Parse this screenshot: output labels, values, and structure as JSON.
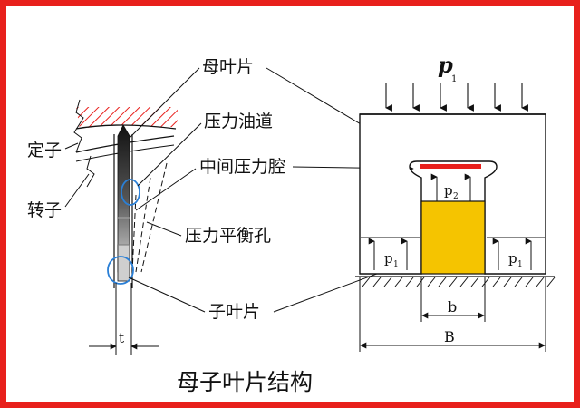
{
  "labels": {
    "mother_blade": "母叶片",
    "pressure_oil_channel": "压力油道",
    "middle_pressure_chamber": "中间压力腔",
    "pressure_balance_hole": "压力平衡孔",
    "child_blade": "子叶片",
    "stator": "定子",
    "rotor": "转子",
    "thickness": "t",
    "p1_top": "p",
    "p1_top_sub": "1",
    "p1_left": "p",
    "p1_left_sub": "1",
    "p1_right": "p",
    "p1_right_sub": "1",
    "p2": "p",
    "p2_sub": "2",
    "width_b": "b",
    "width_B": "B"
  },
  "title": "母子叶片结构",
  "colors": {
    "border": "#e8201c",
    "hatch_red": "#e8201c",
    "chamber_red": "#e8201c",
    "child_blade_fill": "#f5c400",
    "circle_blue": "#2a7fd6"
  }
}
